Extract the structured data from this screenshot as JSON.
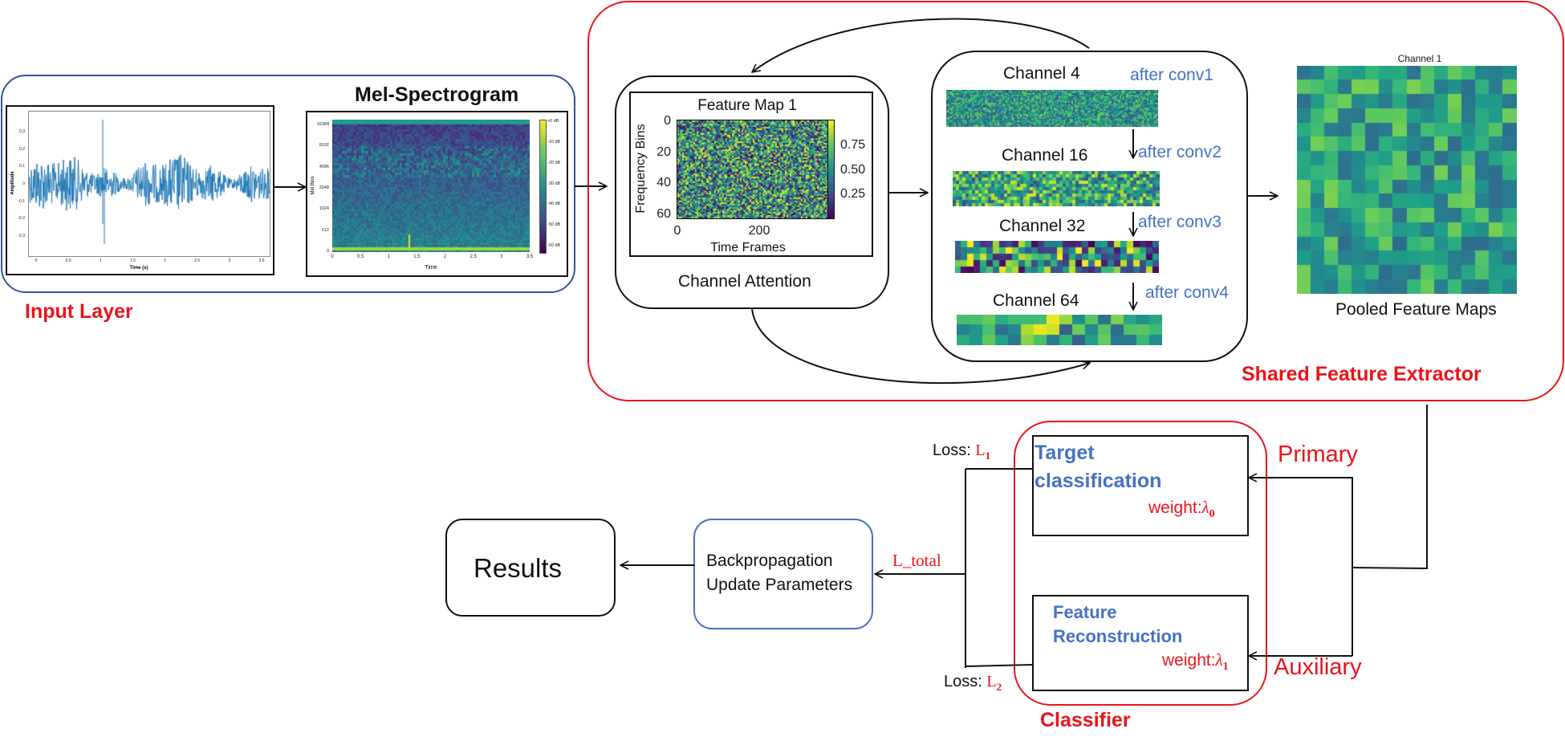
{
  "input": {
    "title": "Input Layer",
    "waveform": {
      "x_ticks": [
        "0",
        "0.5",
        "1",
        "1.5",
        "2",
        "2.5",
        "3",
        "3.5"
      ],
      "y_ticks": [
        "0.3",
        "0.2",
        "0.1",
        "0",
        "-0.1",
        "-0.2",
        "-0.3"
      ],
      "xlabel": "Time (s)",
      "ylabel": "Amplitude"
    },
    "melspec": {
      "title": "Mel-Spectrogram",
      "y_ticks": [
        "16384",
        "8192",
        "4096",
        "2048",
        "1024",
        "512",
        "0"
      ],
      "x_ticks": [
        "0",
        "0.5",
        "1",
        "1.5",
        "2",
        "2.5",
        "3",
        "3.5"
      ],
      "xlabel": "Time",
      "ylabel": "Mel Bins",
      "colorbar": [
        "+0 dB",
        "-10 dB",
        "-20 dB",
        "-30 dB",
        "-40 dB",
        "-50 dB",
        "-60 dB"
      ]
    }
  },
  "extractor": {
    "title": "Shared Feature Extractor",
    "attention": {
      "label": "Channel Attention",
      "plot_title": "Feature Map 1",
      "xlabel": "Time Frames",
      "ylabel": "Frequency Bins",
      "y_ticks": [
        "0",
        "20",
        "40",
        "60"
      ],
      "x_ticks": [
        "0",
        "200"
      ],
      "colorbar": [
        "0.75",
        "0.50",
        "0.25"
      ]
    },
    "channels": [
      {
        "title": "Channel 4",
        "conv": "after conv1"
      },
      {
        "title": "Channel 16",
        "conv": "after conv2"
      },
      {
        "title": "Channel 32",
        "conv": "after conv3"
      },
      {
        "title": "Channel 64",
        "conv": "after conv4"
      }
    ],
    "pooled": {
      "plot_title": "Channel 1",
      "label": "Pooled Feature Maps"
    }
  },
  "classifier": {
    "title": "Classifier",
    "target": {
      "line1": "Target",
      "line2": "classification",
      "weight": "weight:",
      "weight_symbol": "λ",
      "weight_sub": "0"
    },
    "reconstruction": {
      "line1": "Feature",
      "line2": "Reconstruction",
      "weight": "weight:",
      "weight_symbol": "λ",
      "weight_sub": "1"
    },
    "primary": "Primary",
    "auxiliary": "Auxiliary",
    "loss1": {
      "prefix": "Loss: ",
      "symbol": "L",
      "sub": "1"
    },
    "loss2": {
      "prefix": "Loss: ",
      "symbol": "L",
      "sub": "2"
    },
    "loss_total": "L_total"
  },
  "backprop": {
    "line1": "Backpropagation",
    "line2": "Update Parameters"
  },
  "results": "Results",
  "colors": {
    "red": "#e8141b",
    "blue_text": "#4472c4",
    "input_border": "#2f5597",
    "backprop_border": "#4472c4",
    "waveform": "#1f77b4"
  }
}
